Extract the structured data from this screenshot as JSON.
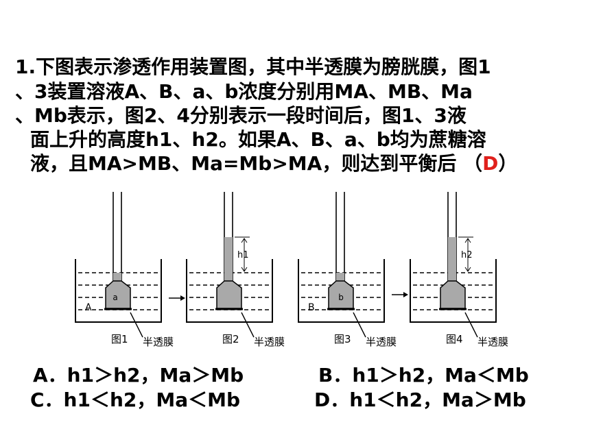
{
  "question": {
    "line1": "1.下图表示渗透作用装置图，其中半透膜为膀胱膜，图1",
    "line2": "、3装置溶液A、B、a、b浓度分别用MA、MB、Ma",
    "line3": "、Mb表示，图2、4分别表示一段时间后，图1、3液",
    "line4": "面上升的高度h1、h2。如果A、B、a、b均为蔗糖溶",
    "line5_prefix": "液，且MA>MB、Ma=Mb>MA，则达到平衡后 （",
    "answer": "D",
    "line5_suffix": "）"
  },
  "figure": {
    "fig1": {
      "caption": "图1",
      "beaker_label": "A",
      "funnel_label": "a",
      "membrane_label": "半透膜"
    },
    "fig2": {
      "caption": "图2",
      "height_label": "h1",
      "membrane_label": "半透膜"
    },
    "fig3": {
      "caption": "图3",
      "beaker_label": "B",
      "funnel_label": "b",
      "membrane_label": "半透膜"
    },
    "fig4": {
      "caption": "图4",
      "height_label": "h2",
      "membrane_label": "半透膜"
    }
  },
  "options": {
    "A": "A．h1＞h2，Ma＞Mb",
    "B": "B．h1＞h2，Ma＜Mb",
    "C": "C．h1＜h2，Ma＜Mb",
    "D": "D．h1＜h2，Ma＞Mb"
  }
}
